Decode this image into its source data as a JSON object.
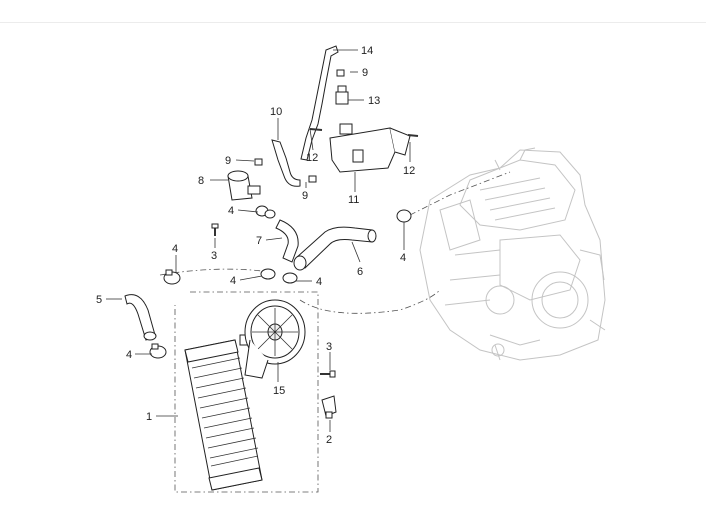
{
  "callouts": [
    {
      "id": "c1",
      "text": "1"
    },
    {
      "id": "c2",
      "text": "2"
    },
    {
      "id": "c3a",
      "text": "3"
    },
    {
      "id": "c3b",
      "text": "3"
    },
    {
      "id": "c4a",
      "text": "4"
    },
    {
      "id": "c4b",
      "text": "4"
    },
    {
      "id": "c4c",
      "text": "4"
    },
    {
      "id": "c4d",
      "text": "4"
    },
    {
      "id": "c4e",
      "text": "4"
    },
    {
      "id": "c4f",
      "text": "4"
    },
    {
      "id": "c5",
      "text": "5"
    },
    {
      "id": "c6",
      "text": "6"
    },
    {
      "id": "c7",
      "text": "7"
    },
    {
      "id": "c8",
      "text": "8"
    },
    {
      "id": "c9a",
      "text": "9"
    },
    {
      "id": "c9b",
      "text": "9"
    },
    {
      "id": "c9c",
      "text": "9"
    },
    {
      "id": "c10",
      "text": "10"
    },
    {
      "id": "c11",
      "text": "11"
    },
    {
      "id": "c12a",
      "text": "12"
    },
    {
      "id": "c12b",
      "text": "12"
    },
    {
      "id": "c13",
      "text": "13"
    },
    {
      "id": "c14",
      "text": "14"
    },
    {
      "id": "c15",
      "text": "15"
    }
  ],
  "colors": {
    "line": "#222222",
    "engine": "#c4c4c4",
    "background": "#ffffff"
  }
}
